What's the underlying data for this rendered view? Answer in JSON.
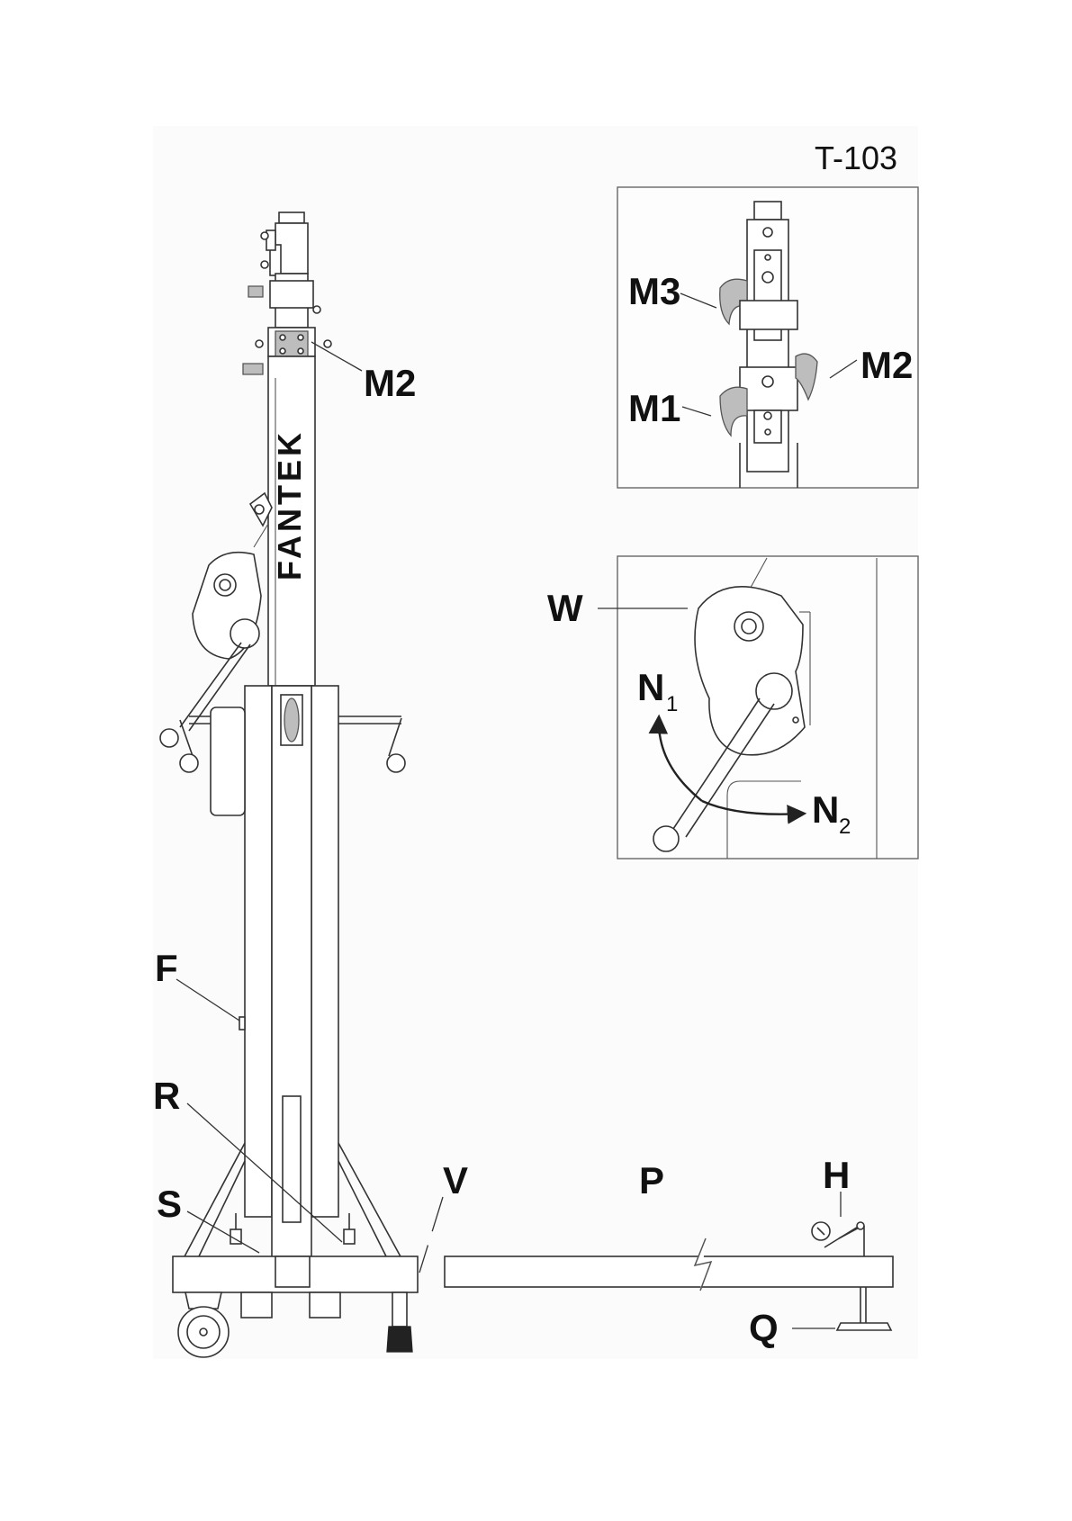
{
  "model": "T-103",
  "logo": {
    "text": "FANTEK",
    "tagline": ""
  },
  "labels": {
    "m2_main": "M2",
    "m3_detail": "M3",
    "m2_detail": "M2",
    "m1_detail": "M1",
    "w": "W",
    "n1": "N",
    "n1_sub": "1",
    "n2": "N",
    "n2_sub": "2",
    "f": "F",
    "r": "R",
    "s": "S",
    "v": "V",
    "p": "P",
    "h": "H",
    "q": "Q"
  },
  "colors": {
    "line": "#333333",
    "grey_part": "#bdbdbd",
    "dark_part": "#222222",
    "arrow": "#222222"
  }
}
